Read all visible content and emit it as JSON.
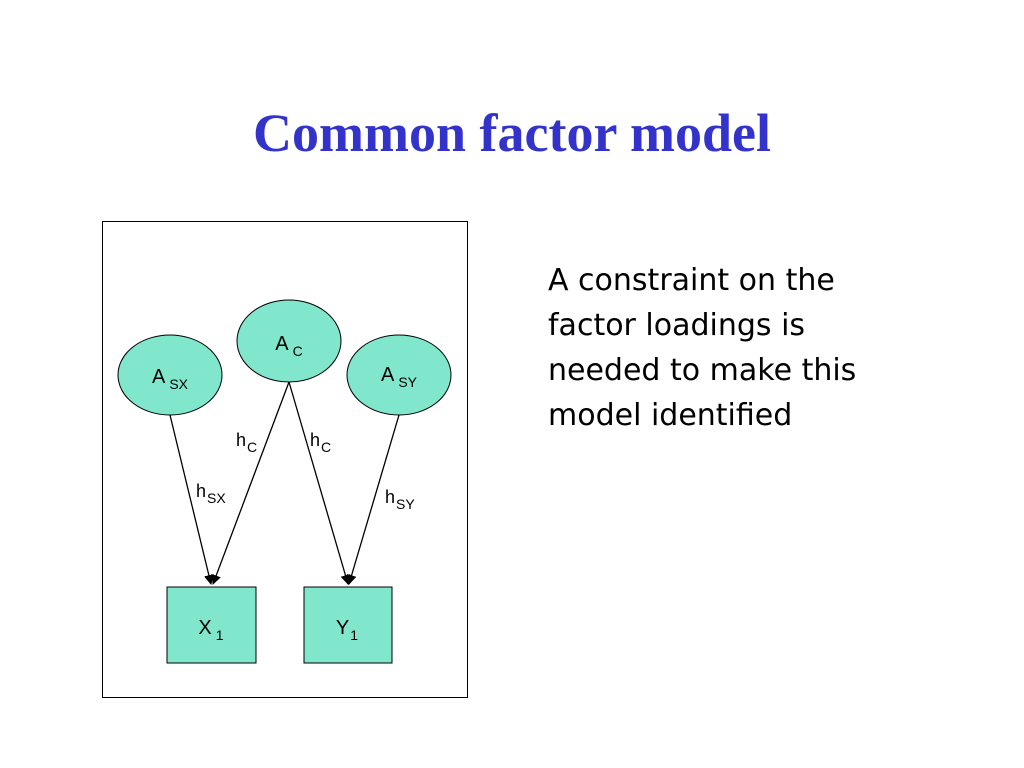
{
  "slide": {
    "title": "Common factor model",
    "body_lines": [
      "A constraint on the",
      "factor loadings is",
      "needed to make this",
      "model identified"
    ]
  },
  "colors": {
    "title": "#3333cc",
    "node_fill": "#80e6cc",
    "line": "#000000"
  },
  "diagram": {
    "nodes": {
      "a_c": {
        "main": "A",
        "sub": "C"
      },
      "a_sx": {
        "main": "A",
        "sub": "SX"
      },
      "a_sy": {
        "main": "A",
        "sub": "SY"
      },
      "x1": {
        "main": "X",
        "sub": "1"
      },
      "y1": {
        "main": "Y",
        "sub": "1"
      }
    },
    "edges": {
      "hc_left": {
        "main": "h",
        "sub": "C"
      },
      "hc_right": {
        "main": "h",
        "sub": "C"
      },
      "hsx": {
        "main": "h",
        "sub": "SX"
      },
      "hsy": {
        "main": "h",
        "sub": "SY"
      }
    }
  }
}
